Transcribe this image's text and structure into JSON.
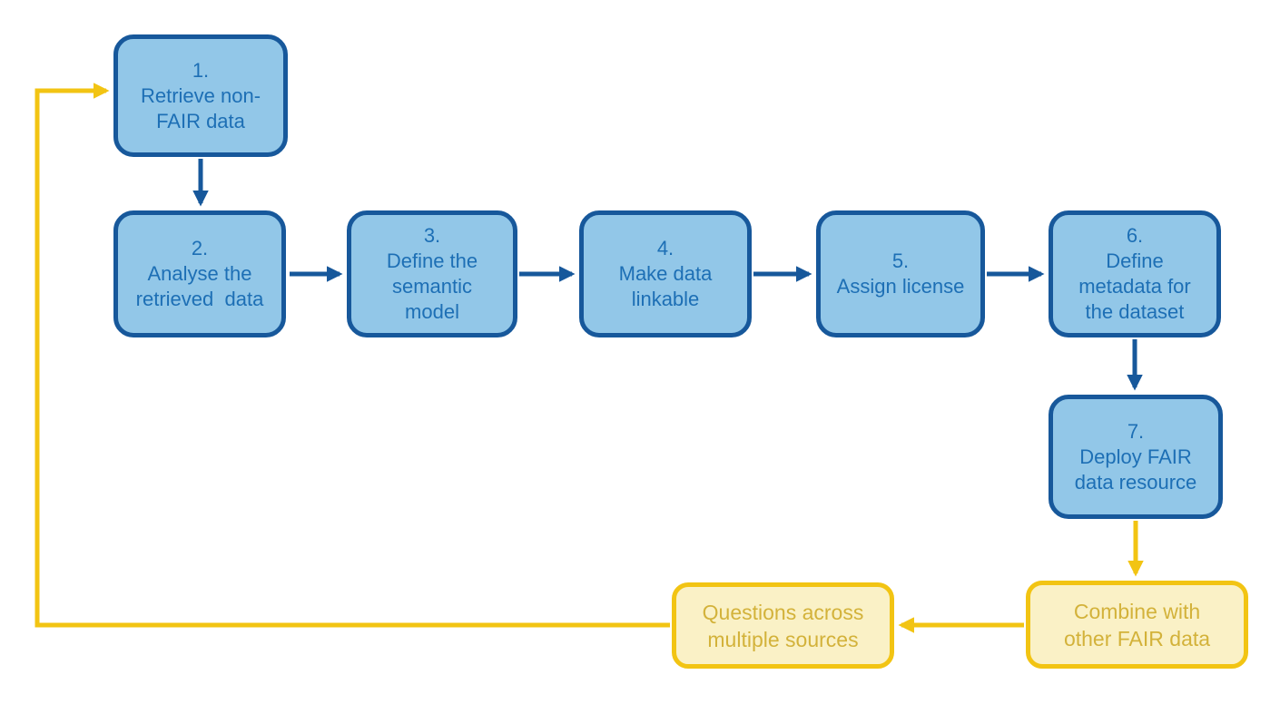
{
  "diagram": {
    "steps": [
      {
        "id": "step-1",
        "number": "1.",
        "label": "Retrieve non-\nFAIR data"
      },
      {
        "id": "step-2",
        "number": "2.",
        "label": "Analyse the\nretrieved  data"
      },
      {
        "id": "step-3",
        "number": "3.",
        "label": "Define the\nsemantic\nmodel"
      },
      {
        "id": "step-4",
        "number": "4.",
        "label": "Make data\nlinkable"
      },
      {
        "id": "step-5",
        "number": "5.",
        "label": "Assign license"
      },
      {
        "id": "step-6",
        "number": "6.",
        "label": "Define\nmetadata for\nthe dataset"
      },
      {
        "id": "step-7",
        "number": "7.",
        "label": "Deploy FAIR\ndata resource"
      }
    ],
    "extra_nodes": {
      "combine": {
        "label": "Combine with\nother FAIR data"
      },
      "questions": {
        "label": "Questions across\nmultiple sources"
      }
    },
    "edges": [
      {
        "from": "step-1",
        "to": "step-2",
        "color": "blue"
      },
      {
        "from": "step-2",
        "to": "step-3",
        "color": "blue"
      },
      {
        "from": "step-3",
        "to": "step-4",
        "color": "blue"
      },
      {
        "from": "step-4",
        "to": "step-5",
        "color": "blue"
      },
      {
        "from": "step-5",
        "to": "step-6",
        "color": "blue"
      },
      {
        "from": "step-6",
        "to": "step-7",
        "color": "blue"
      },
      {
        "from": "step-7",
        "to": "combine",
        "color": "yellow"
      },
      {
        "from": "combine",
        "to": "questions",
        "color": "yellow"
      },
      {
        "from": "questions",
        "to": "step-1",
        "color": "yellow"
      }
    ],
    "colors": {
      "blue_fill": "#92C7E8",
      "blue_border": "#17589B",
      "blue_text": "#1D6FB5",
      "yellow_fill": "#FAF1C6",
      "yellow_border": "#F2C413",
      "yellow_text": "#D3B23A"
    }
  }
}
